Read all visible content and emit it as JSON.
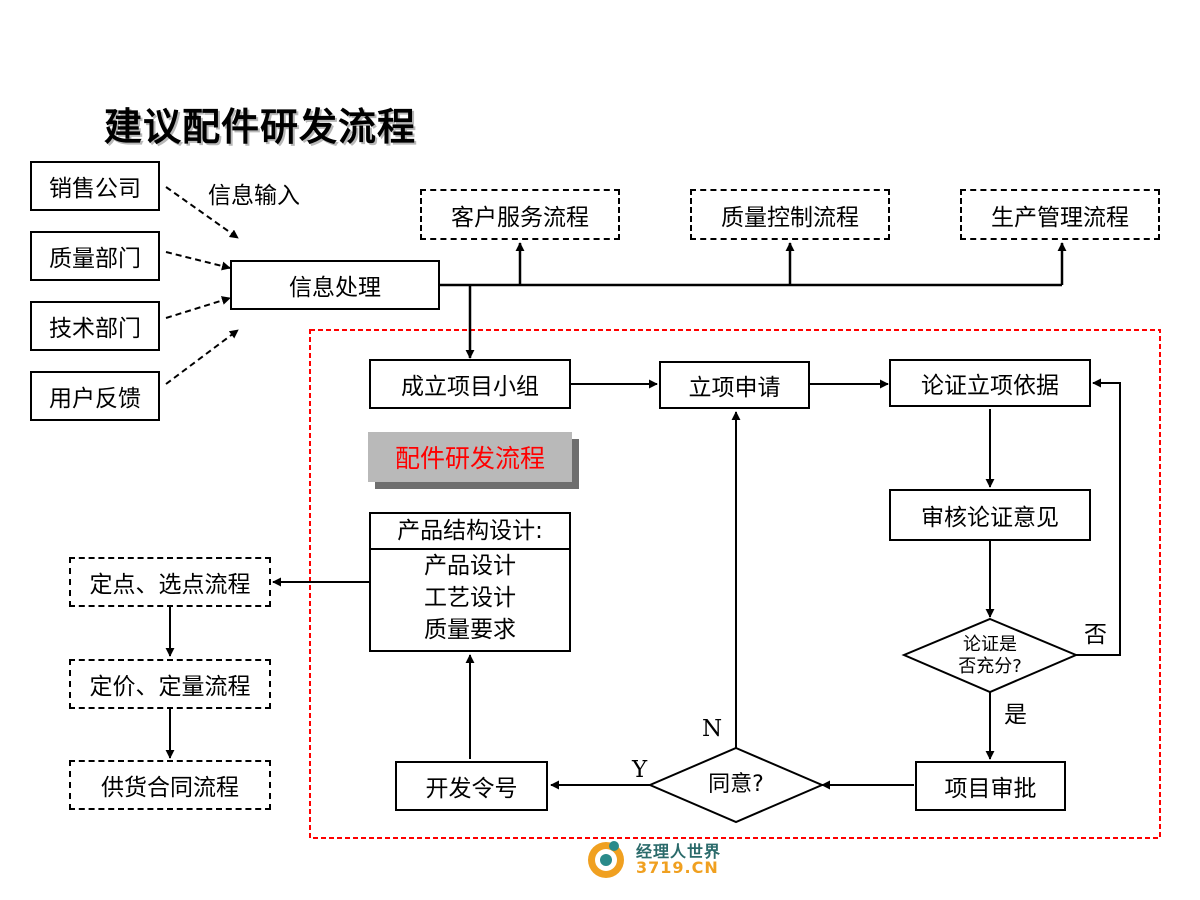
{
  "title": "建议配件研发流程",
  "sources": [
    "销售公司",
    "质量部门",
    "技术部门",
    "用户反馈"
  ],
  "info_input_label": "信息输入",
  "info_process": "信息处理",
  "external_processes": [
    "客户服务流程",
    "质量控制流程",
    "生产管理流程"
  ],
  "subprocess_label": "配件研发流程",
  "steps": {
    "form_team": "成立项目小组",
    "apply": "立项申请",
    "verify_basis": "论证立项依据",
    "review_opinion": "审核论证意见",
    "decision_sufficient": [
      "论证是",
      "否充分?"
    ],
    "approve": "项目审批",
    "decision_agree": "同意?",
    "dev_order": "开发令号",
    "structure_design": {
      "header": "产品结构设计:",
      "items": [
        "产品设计",
        "工艺设计",
        "质量要求"
      ]
    }
  },
  "branch_labels": {
    "no_cn": "否",
    "yes_cn": "是",
    "n": "N",
    "y": "Y"
  },
  "left_processes": [
    "定点、选点流程",
    "定价、定量流程",
    "供货合同流程"
  ],
  "watermark": {
    "cn": "经理人世界",
    "domain": "3719.CN"
  },
  "colors": {
    "subprocess_border": "#ff0000",
    "subprocess_text": "#ff0000",
    "subprocess_bg": "#b9b9b9",
    "logo_orange": "#f0a020",
    "logo_teal": "#2a8a8a"
  }
}
